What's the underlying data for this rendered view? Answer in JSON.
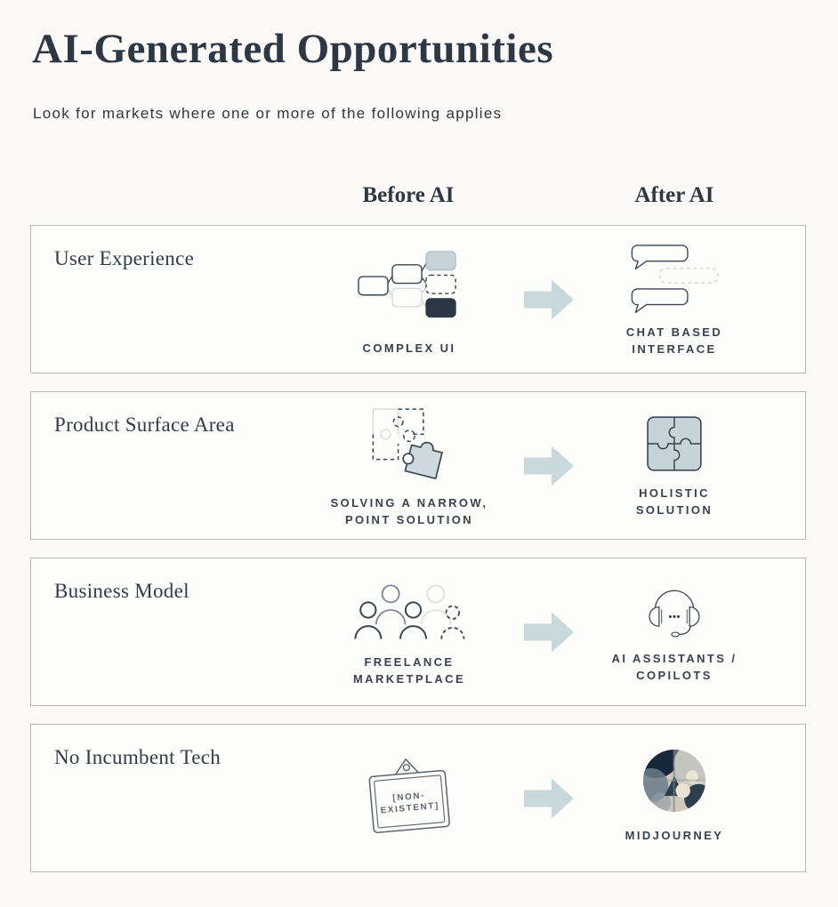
{
  "header": {
    "title": "AI-Generated Opportunities",
    "subtitle": "Look for markets where one or more of the following applies"
  },
  "columns": {
    "before_label": "Before AI",
    "after_label": "After AI"
  },
  "colors": {
    "accent_fill": "#c6d4da",
    "dark_navy": "#2b3844",
    "ink": "#39424e",
    "box_border": "#b5b9b8",
    "background": "#fbfaf8"
  },
  "rows": [
    {
      "label": "User Experience",
      "before": {
        "icon": "complex-ui-flowchart-icon",
        "caption_lines": [
          "COMPLEX UI"
        ]
      },
      "arrow_icon": "right-block-arrow-icon",
      "after": {
        "icon": "chat-bubbles-icon",
        "caption_lines": [
          "CHAT BASED",
          "INTERFACE"
        ]
      }
    },
    {
      "label": "Product Surface Area",
      "before": {
        "icon": "scattered-puzzle-icon",
        "caption_lines": [
          "SOLVING A NARROW,",
          "POINT SOLUTION"
        ]
      },
      "arrow_icon": "right-block-arrow-icon",
      "after": {
        "icon": "complete-puzzle-icon",
        "caption_lines": [
          "HOLISTIC",
          "SOLUTION"
        ]
      }
    },
    {
      "label": "Business Model",
      "before": {
        "icon": "people-group-icon",
        "caption_lines": [
          "FREELANCE",
          "MARKETPLACE"
        ]
      },
      "arrow_icon": "right-block-arrow-icon",
      "after": {
        "icon": "headset-icon",
        "caption_lines": [
          "AI ASSISTANTS /",
          "COPILOTS"
        ]
      }
    },
    {
      "label": "No Incumbent Tech",
      "before": {
        "icon": "hanging-sign-icon",
        "sign_lines": [
          "[NON-",
          "EXISTENT]"
        ],
        "caption_lines": []
      },
      "arrow_icon": "right-block-arrow-icon",
      "after": {
        "icon": "midjourney-logo",
        "caption_lines": [
          "MIDJOURNEY"
        ]
      }
    }
  ]
}
